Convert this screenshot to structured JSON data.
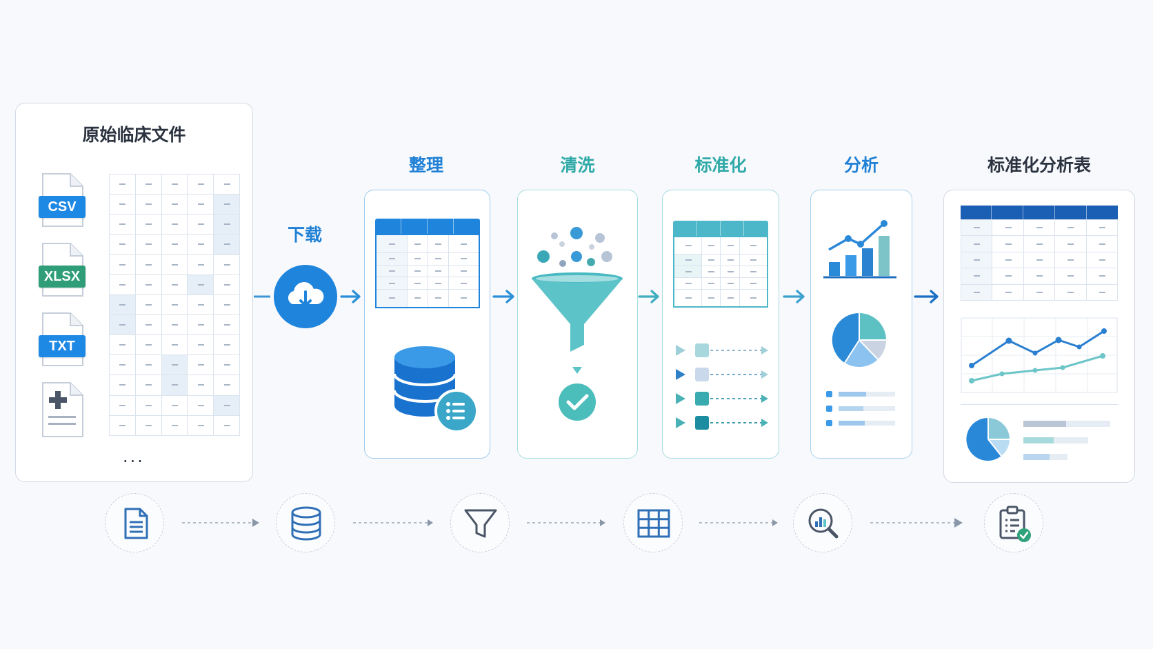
{
  "colors": {
    "dark_title": "#2b3340",
    "blue": "#1f80d6",
    "teal": "#2ea9a7",
    "deep_blue": "#1a5fb4"
  },
  "source": {
    "title": "原始临床文件",
    "files": [
      "CSV",
      "XLSX",
      "TXT"
    ],
    "more": "..."
  },
  "steps": {
    "download": "下载",
    "organize": "整理",
    "clean": "清洗",
    "standardize": "标准化",
    "analyze": "分析",
    "output": "标准化分析表"
  },
  "bottom_icons": [
    "document-icon",
    "database-icon",
    "filter-icon",
    "grid-icon",
    "search-chart-icon",
    "clipboard-check-icon"
  ]
}
